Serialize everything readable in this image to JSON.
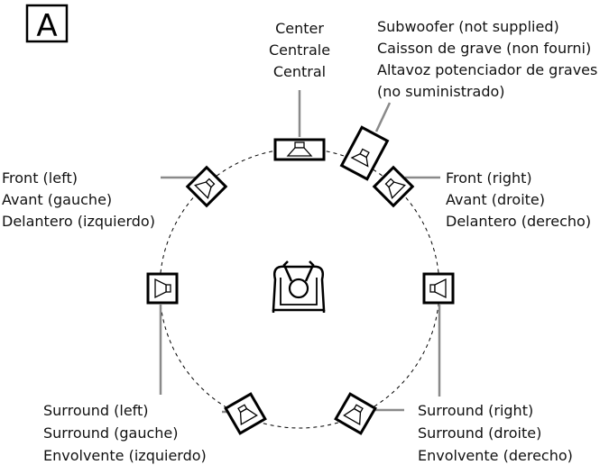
{
  "badge": "A",
  "labels": {
    "center": [
      "Center",
      "Centrale",
      "Central"
    ],
    "subwoofer": [
      "Subwoofer (not supplied)",
      "Caisson de grave (non fourni)",
      "Altavoz potenciador de graves",
      "(no suministrado)"
    ],
    "front_left": [
      "Front (left)",
      "Avant (gauche)",
      "Delantero (izquierdo)"
    ],
    "front_right": [
      "Front (right)",
      "Avant (droite)",
      "Delantero (derecho)"
    ],
    "surround_left": [
      "Surround (left)",
      "Surround (gauche)",
      "Envolvente (izquierdo)"
    ],
    "surround_right": [
      "Surround (right)",
      "Surround (droite)",
      "Envolvente (derecho)"
    ]
  },
  "icons": {
    "speaker": "speaker-icon",
    "subwoofer": "subwoofer-icon",
    "listener": "listener-sofa-icon"
  },
  "colors": {
    "leader_line": "#8a8a8a",
    "outline": "#000000"
  }
}
